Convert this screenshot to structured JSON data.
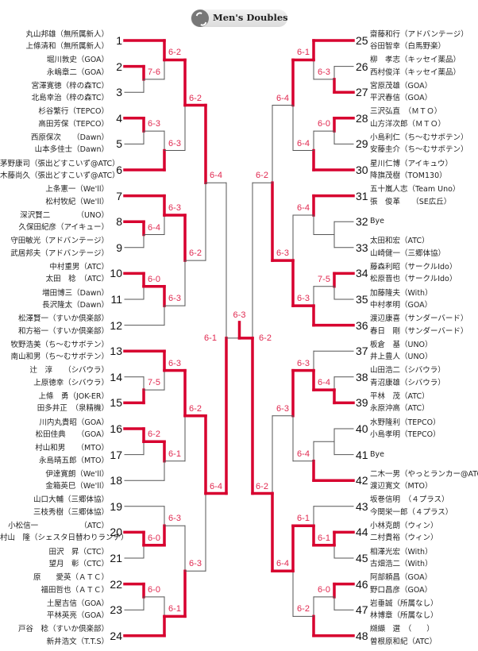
{
  "title": "Men's Doubles",
  "icons": {
    "title_icon": "tennis-ball-icon"
  },
  "colors": {
    "winner_line": "#d7002f",
    "loser_line": "#555555",
    "score_text": "#e0284f"
  },
  "left": [
    {
      "seed": "1",
      "names": [
        "丸山邦雄（無所属新人）",
        "上條清和（無所属新人）"
      ]
    },
    {
      "seed": "2",
      "names": [
        "堀川敦史（GOA）",
        "永嶋章二（GOA）"
      ]
    },
    {
      "seed": "3",
      "names": [
        "宮澤寛徳（梓の森TC）",
        "北島幸治（梓の森TC）"
      ]
    },
    {
      "seed": "4",
      "names": [
        "杉谷繁行（TEPCO）",
        "高田芳保（TEPCO）"
      ]
    },
    {
      "seed": "5",
      "names": [
        "西原保次　　（Dawn）",
        "山本多佳士（Dawn）"
      ]
    },
    {
      "seed": "6",
      "names": [
        "茅野康司（張出どすこいず@ATC）",
        "木藤尚久（張出どすこいず@ATC）"
      ]
    },
    {
      "seed": "7",
      "names": [
        "上条憲一（We'll）",
        "松村牧紀（We'll）"
      ]
    },
    {
      "seed": "8",
      "names": [
        "深沢賢二　　　　（UNO）",
        "久保田紀彦（アイキュー）"
      ]
    },
    {
      "seed": "9",
      "names": [
        "守田敏光（アドバンテージ）",
        "武居邦夫（アドバンテージ）"
      ]
    },
    {
      "seed": "10",
      "names": [
        "中村重男（ATC）",
        "太田　稔　（ATC）"
      ]
    },
    {
      "seed": "11",
      "names": [
        "増田博三（Dawn）",
        "長沢隆太（Dawn）"
      ]
    },
    {
      "seed": "12",
      "names": [
        "松澤賢一（すいか倶楽部）",
        "和方裕一（すいか倶楽部）"
      ]
    },
    {
      "seed": "13",
      "names": [
        "牧野浩美（ち～むサボテン）",
        "南山和男（ち～むサボテン）"
      ]
    },
    {
      "seed": "14",
      "names": [
        "辻　淳　　（シバウラ）",
        "上原徳幸（シバウラ）"
      ]
    },
    {
      "seed": "15",
      "names": [
        "上條　勇（JOK-ER）",
        "田多井正　（泉精機）"
      ]
    },
    {
      "seed": "16",
      "names": [
        "川内丸貴昭（GOA）",
        "松田佳典　　（GOA）"
      ]
    },
    {
      "seed": "17",
      "names": [
        "村山和男　　（MTO）",
        "永島晴五郎（MTO）"
      ]
    },
    {
      "seed": "18",
      "names": [
        "伊達寛朗（We'll）",
        "金箱英巳（We'll）"
      ]
    },
    {
      "seed": "19",
      "names": [
        "山口大輔（三郷体協）",
        "三枝秀樹（三郷体協）"
      ]
    },
    {
      "seed": "20",
      "names": [
        "小松信一　　　　　　（ATC）",
        "村山　隆（シェスタ日替わりランチ）"
      ]
    },
    {
      "seed": "21",
      "names": [
        "田沢　昇（CTC）",
        "望月　彰（CTC）"
      ]
    },
    {
      "seed": "22",
      "names": [
        "原　　愛英（ＡＴＣ）",
        "福田哲也（ＡＴＣ）"
      ]
    },
    {
      "seed": "23",
      "names": [
        "土屋吉信（GOA）",
        "平林英亮（GOA）"
      ]
    },
    {
      "seed": "24",
      "names": [
        "戸谷　稔（すいか倶楽部）",
        "新井浩文（T.T.S）"
      ]
    }
  ],
  "right": [
    {
      "seed": "25",
      "names": [
        "齋藤和行（アドバンテージ）",
        "谷田智幸（白馬野楽）"
      ]
    },
    {
      "seed": "26",
      "names": [
        "柳　孝志（キッセイ薬品）",
        "西村俊洋（キッセイ薬品）"
      ]
    },
    {
      "seed": "27",
      "names": [
        "宮原茂雄（GOA）",
        "平沢春信（GOA）"
      ]
    },
    {
      "seed": "28",
      "names": [
        "三沢弘直　（ＭＴＯ）",
        "山方洋次郎（ＭＴＯ）"
      ]
    },
    {
      "seed": "29",
      "names": [
        "小島利仁（ち～むサボテン）",
        "安藤圭介（ち～むサボテン）"
      ]
    },
    {
      "seed": "30",
      "names": [
        "星川仁博（アイキュウ）",
        "降旗茂樹（TOM130）"
      ]
    },
    {
      "seed": "31",
      "names": [
        "五十嵐人志（Team Uno）",
        "張　俊革　　（SE広丘）"
      ]
    },
    {
      "seed": "32",
      "names": [
        "Bye"
      ]
    },
    {
      "seed": "33",
      "names": [
        "太田和宏（ATC）",
        "山崎健一（三郷体協）"
      ]
    },
    {
      "seed": "34",
      "names": [
        "藤森利昭（サークルIdo）",
        "松原晋也（サークルIdo）"
      ]
    },
    {
      "seed": "35",
      "names": [
        "加藤隆夫（With）",
        "中村孝明（GOA）"
      ]
    },
    {
      "seed": "36",
      "names": [
        "渡辺康喜（サンダーバード）",
        "春日　剛（サンダーバード）"
      ]
    },
    {
      "seed": "37",
      "names": [
        "板倉　基（UNO）",
        "井上豊人（UNO）"
      ]
    },
    {
      "seed": "38",
      "names": [
        "山田浩二（シバウラ）",
        "青沼康雄（シバウラ）"
      ]
    },
    {
      "seed": "39",
      "names": [
        "平林　茂（ATC）",
        "永原沖高（ATC）"
      ]
    },
    {
      "seed": "40",
      "names": [
        "水野隆利（TEPCO）",
        "小島孝明（TEPCO）"
      ]
    },
    {
      "seed": "41",
      "names": [
        "Bye"
      ]
    },
    {
      "seed": "42",
      "names": [
        "二木一男（やっとランカー@ATC）",
        "渡辺寛文（MTO）"
      ]
    },
    {
      "seed": "43",
      "names": [
        "坂巻信明　（４プラス）",
        "今関栄一郎（４プラス）"
      ]
    },
    {
      "seed": "44",
      "names": [
        "小林克朗（ウィン）",
        "二村貴裕（ウィン）"
      ]
    },
    {
      "seed": "45",
      "names": [
        "相澤光宏（With）",
        "古畑浩二（With）"
      ]
    },
    {
      "seed": "46",
      "names": [
        "阿部頼昌（GOA）",
        "野口昌彦（GOA）"
      ]
    },
    {
      "seed": "47",
      "names": [
        "岩垂誠（所属なし）",
        "林博章（所属なし）"
      ]
    },
    {
      "seed": "48",
      "names": [
        "纐纈　選　（　　）",
        "曽根原和紀（ATC）"
      ]
    }
  ],
  "scores": {
    "l_2_3": "7-6",
    "l_1": "6-2",
    "l_4_5": "6-3",
    "l_6": "6-3",
    "l_q1": "6-2",
    "l_8_9": "6-4",
    "l_7": "6-3",
    "l_10_11": "6-0",
    "l_12": "6-3",
    "l_q2": "6-2",
    "l_r4a": "6-4",
    "l_14_15": "7-5",
    "l_13": "6-3",
    "l_16_17": "6-2",
    "l_18": "6-1",
    "l_q3": "6-2",
    "l_20_21": "6-0",
    "l_19": "6-3",
    "l_22_23": "6-0",
    "l_24": "6-1",
    "l_q4": "6-3",
    "l_r4b": "6-4",
    "l_semi": "6-1",
    "r_26_27": "6-3",
    "r_25": "6-1",
    "r_28_29": "6-0",
    "r_30": "6-4",
    "r_q1": "6-4",
    "r_32_33": "",
    "r_31": "6-4",
    "r_34_35": "7-5",
    "r_36": "6-3",
    "r_q2": "6-3",
    "r_r4a": "6-2",
    "r_38_39": "6-4",
    "r_37": "6-3",
    "r_40_41": "",
    "r_42": "6-4",
    "r_q3": "6-3",
    "r_44_45": "6-1",
    "r_43": "6-1",
    "r_46_47": "6-0",
    "r_48": "6-2",
    "r_q4": "6-4",
    "r_r4b": "6-2",
    "r_semi": "6-2",
    "final": "6-3"
  },
  "winners": {
    "l_2_3": "top",
    "l_1": "top",
    "l_4_5": "top",
    "l_6": "bottom",
    "l_q1": "top",
    "l_8_9": "top",
    "l_7": "top",
    "l_10_11": "top",
    "l_12": "top",
    "l_q2": "top",
    "l_r4a": "top",
    "l_14_15": "bottom",
    "l_13": "top",
    "l_16_17": "top",
    "l_18": "top",
    "l_q3": "top",
    "l_20_21": "top",
    "l_19": "bottom",
    "l_22_23": "top",
    "l_24": "bottom",
    "l_q4": "bottom",
    "l_r4b": "top",
    "l_semi": "bottom",
    "r_26_27": "bottom",
    "r_25": "top",
    "r_28_29": "top",
    "r_30": "bottom",
    "r_q1": "top",
    "r_32_33": "none",
    "r_31": "top",
    "r_34_35": "top",
    "r_36": "bottom",
    "r_q2": "bottom",
    "r_r4a": "bottom",
    "r_38_39": "bottom",
    "r_37": "bottom",
    "r_40_41": "none",
    "r_42": "bottom",
    "r_q3": "top",
    "r_44_45": "top",
    "r_43": "bottom",
    "r_46_47": "top",
    "r_48": "bottom",
    "r_q4": "top",
    "r_r4b": "bottom",
    "r_semi": "bottom",
    "final": "right"
  }
}
